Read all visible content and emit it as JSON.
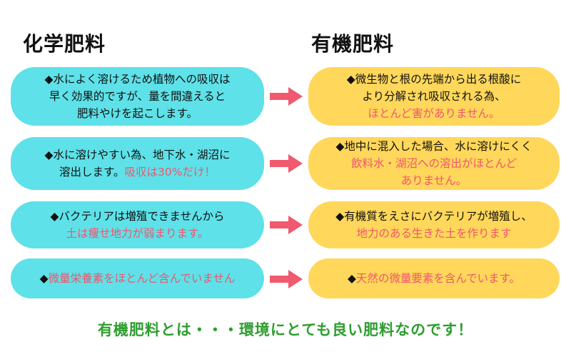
{
  "headings": {
    "left": "化学肥料",
    "right": "有機肥料"
  },
  "rows": [
    {
      "left": {
        "lines": [
          "◆水によく溶けるため植物への吸収は",
          "早く効果的ですが、量を間違えると",
          "肥料やけを起こします。"
        ]
      },
      "right": {
        "lines": [
          "◆微生物と根の先端から出る根酸に",
          "より分解され吸収される為、"
        ],
        "highlight": "ほとんど害がありません。"
      }
    },
    {
      "left": {
        "text": "◆水に溶けやすい為、地下水・湖沼に",
        "text2": "溶出します。",
        "highlight": "吸収は30%だけ！"
      },
      "right": {
        "text": "◆地中に混入した場合、水に溶けにくく",
        "highlight1": "飲料水・湖沼への溶出がほとんど",
        "highlight2": "ありません。"
      }
    },
    {
      "left": {
        "text": "◆バクテリアは増殖できませんから",
        "highlight": "土は痩せ地力が弱まります。"
      },
      "right": {
        "text": "◆有機質をえさにバクテリアが増殖し、",
        "highlight": "地力のある生きた土を作ります"
      }
    },
    {
      "left": {
        "bullet": "◆",
        "highlight": "微量栄養素をほとんど含んでいません"
      },
      "right": {
        "bullet": "◆",
        "highlight": "天然の微量要素を含んでいます。"
      }
    }
  ],
  "footer": "有機肥料とは・・・環境にとても良い肥料なのです！",
  "colors": {
    "cyan_pill": "#5ee1e8",
    "yellow_pill": "#ffd75a",
    "arrow": "#f05a6e",
    "highlight_text": "#f0556e",
    "footer_text": "#2e9e2e"
  }
}
